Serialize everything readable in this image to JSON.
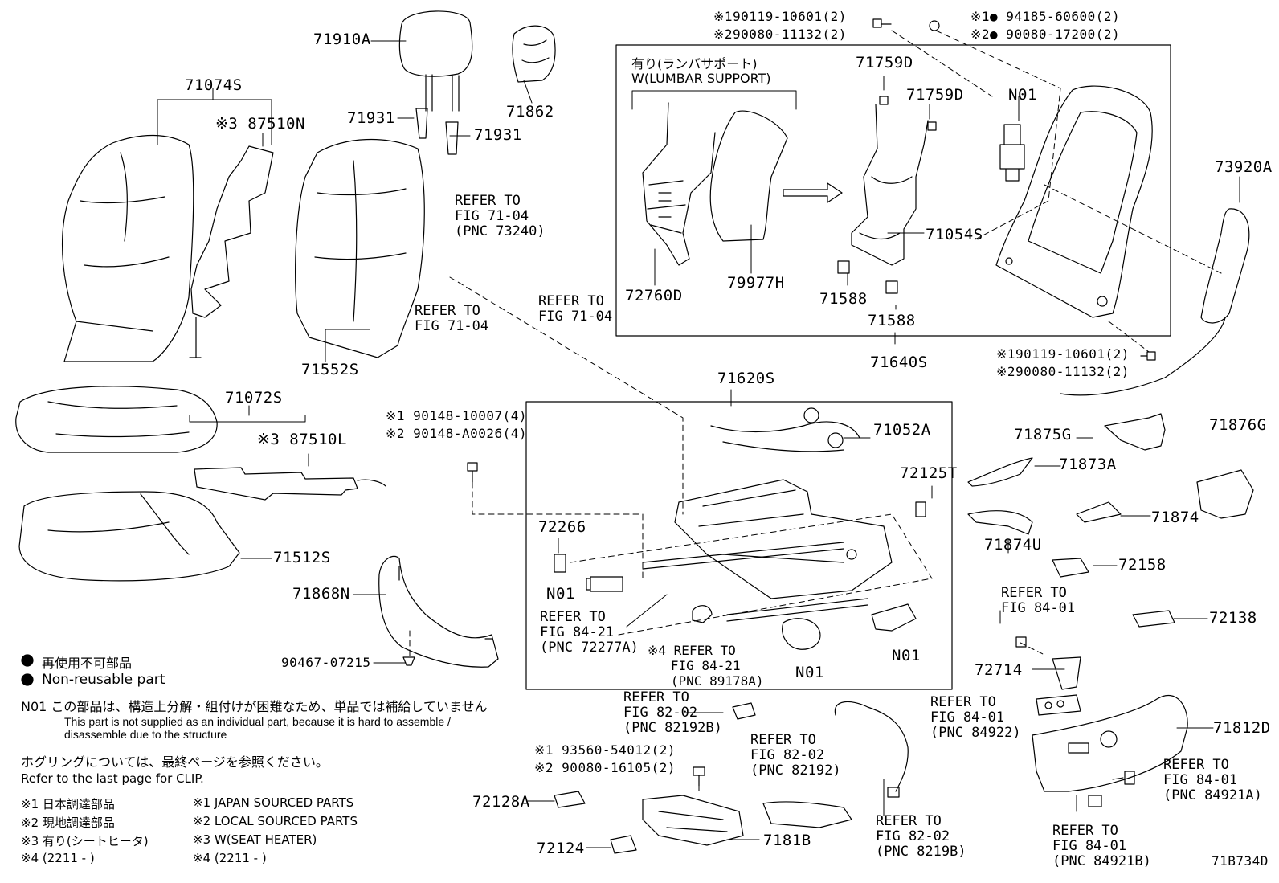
{
  "diagram_id": "71B734D",
  "part_labels": {
    "p71910A": "71910A",
    "p71074S": "71074S",
    "p87510N": "※3 87510N",
    "p71931a": "71931",
    "p71931b": "71931",
    "p71862": "71862",
    "p71552S": "71552S",
    "p71072S": "71072S",
    "p87510L": "※3 87510L",
    "p71512S": "71512S",
    "p71868N": "71868N",
    "p90467": "90467-07215",
    "p71759Da": "71759D",
    "p71759Db": "71759D",
    "p71054S": "71054S",
    "p72760D": "72760D",
    "p79977H": "79977H",
    "p71588a": "71588",
    "p71588b": "71588",
    "p71640S": "71640S",
    "pN01top": "N01",
    "p73920A": "73920A",
    "p71620S": "71620S",
    "p71052A": "71052A",
    "p72125T": "72125T",
    "p72266": "72266",
    "pN01a": "N01",
    "pN01b": "N01",
    "pN01c": "N01",
    "p71875G": "71875G",
    "p71876G": "71876G",
    "p71873A": "71873A",
    "p71874": "71874",
    "p71874U": "71874U",
    "p72158": "72158",
    "p72138": "72138",
    "p72714": "72714",
    "p71812D": "71812D",
    "p72128A": "72128A",
    "p72124": "72124",
    "p7181B": "7181B"
  },
  "fastener_notes": {
    "top_bolt_1": "※190119-10601(2)",
    "top_bolt_2": "※290080-11132(2)",
    "top_nut_1": "※1● 94185-60600(2)",
    "top_nut_2": "※2● 90080-17200(2)",
    "right_bolt_1": "※190119-10601(2)",
    "right_bolt_2": "※290080-11132(2)",
    "mid_bolt_1": "※1 90148-10007(4)",
    "mid_bolt_2": "※2 90148-A0026(4)",
    "low_bolt_1": "※1 93560-54012(2)",
    "low_bolt_2": "※2 90080-16105(2)"
  },
  "lumbar_box": {
    "title_jp": "有り(ランバサポート)",
    "title_en": "W(LUMBAR SUPPORT)"
  },
  "references": {
    "r73240": "REFER TO\nFIG 71-04\n(PNC 73240)",
    "r7104a": "REFER TO\nFIG 71-04",
    "r7104b": "REFER TO\nFIG 71-04",
    "r72277A": "REFER TO\nFIG 84-21\n(PNC 72277A)",
    "r89178A": "※4 REFER TO\n   FIG 84-21\n   (PNC 89178A)",
    "r82192B": "REFER TO\nFIG 82-02\n(PNC 82192B)",
    "r82192": "REFER TO\nFIG 82-02\n(PNC 82192)",
    "r8219B": "REFER TO\nFIG 82-02\n(PNC 8219B)",
    "r84922": "REFER TO\nFIG 84-01\n(PNC 84922)",
    "r8401": "REFER TO\nFIG 84-01",
    "r84921A": "REFER TO\nFIG 84-01\n(PNC 84921A)",
    "r84921B": "REFER TO\nFIG 84-01\n(PNC 84921B)"
  },
  "legend": {
    "nonreusable_jp": "再使用不可部品",
    "nonreusable_en": "Non-reusable part",
    "n01_jp": "N01 この部品は、構造上分解・組付けが困難なため、単品では補給していません",
    "n01_en_1": "This part is not supplied as an individual part, because it is hard to assemble /",
    "n01_en_2": "disassemble due to the structure",
    "clip_jp": "ホグリングについては、最終ページを参照ください。",
    "clip_en": "Refer to the last page for CLIP.",
    "fn1_jp": "※1 日本調達部品",
    "fn2_jp": "※2 現地調達部品",
    "fn3_jp": "※3 有り(シートヒータ)",
    "fn4_jp": "※4 (2211 -    )",
    "fn1_en": "※1 JAPAN SOURCED PARTS",
    "fn2_en": "※2 LOCAL SOURCED PARTS",
    "fn3_en": "※3 W(SEAT HEATER)",
    "fn4_en": "※4 (2211 -    )"
  }
}
